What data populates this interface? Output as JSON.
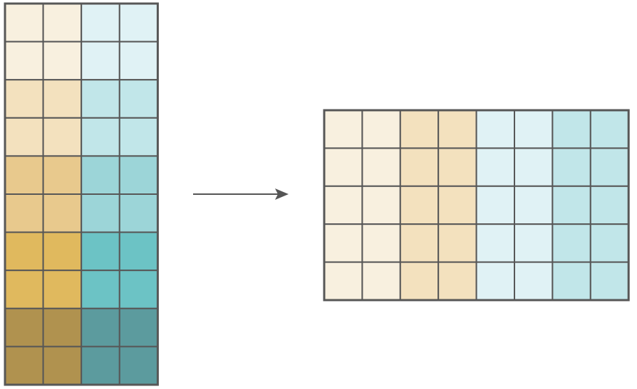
{
  "colors": {
    "line": "#575757",
    "arrow": "#555555",
    "cream_light": "#f8f0df",
    "cream_mid": "#f3e1be",
    "tan": "#e8c98d",
    "gold": "#e0b95e",
    "olive_brown": "#b0924f",
    "ice_light": "#e0f2f5",
    "ice_mid": "#c1e6e9",
    "aqua": "#9cd5d8",
    "teal": "#6cc3c5",
    "teal_dark": "#5c9b9e"
  },
  "left_grid": {
    "rows": [
      [
        "cream_light",
        "cream_light",
        "ice_light",
        "ice_light"
      ],
      [
        "cream_light",
        "cream_light",
        "ice_light",
        "ice_light"
      ],
      [
        "cream_mid",
        "cream_mid",
        "ice_mid",
        "ice_mid"
      ],
      [
        "cream_mid",
        "cream_mid",
        "ice_mid",
        "ice_mid"
      ],
      [
        "tan",
        "tan",
        "aqua",
        "aqua"
      ],
      [
        "tan",
        "tan",
        "aqua",
        "aqua"
      ],
      [
        "gold",
        "gold",
        "teal",
        "teal"
      ],
      [
        "gold",
        "gold",
        "teal",
        "teal"
      ],
      [
        "olive_brown",
        "olive_brown",
        "teal_dark",
        "teal_dark"
      ],
      [
        "olive_brown",
        "olive_brown",
        "teal_dark",
        "teal_dark"
      ]
    ]
  },
  "right_grid": {
    "rows": [
      [
        "cream_light",
        "cream_light",
        "cream_mid",
        "cream_mid",
        "ice_light",
        "ice_light",
        "ice_mid",
        "ice_mid"
      ],
      [
        "cream_light",
        "cream_light",
        "cream_mid",
        "cream_mid",
        "ice_light",
        "ice_light",
        "ice_mid",
        "ice_mid"
      ],
      [
        "cream_light",
        "cream_light",
        "cream_mid",
        "cream_mid",
        "ice_light",
        "ice_light",
        "ice_mid",
        "ice_mid"
      ],
      [
        "cream_light",
        "cream_light",
        "cream_mid",
        "cream_mid",
        "ice_light",
        "ice_light",
        "ice_mid",
        "ice_mid"
      ],
      [
        "cream_light",
        "cream_light",
        "cream_mid",
        "cream_mid",
        "ice_light",
        "ice_light",
        "ice_mid",
        "ice_mid"
      ]
    ]
  },
  "arrow": {
    "direction": "right"
  }
}
